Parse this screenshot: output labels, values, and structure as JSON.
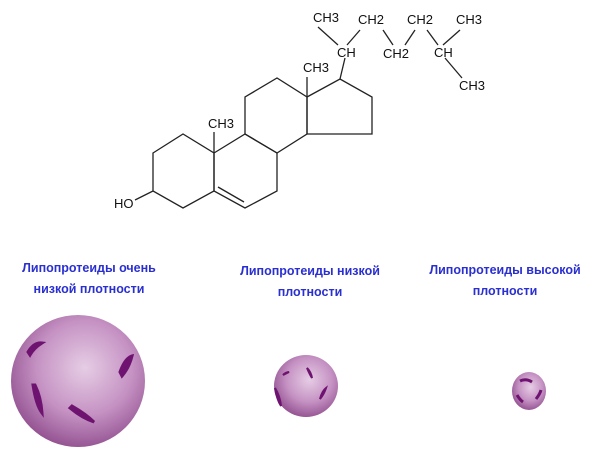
{
  "molecule": {
    "name_labels": {
      "ho": "HO",
      "c10_methyl": "CH3",
      "c13_methyl": "CH3",
      "c20_ch": "CH",
      "c21_methyl": "CH3",
      "c22_ch2": "CH2",
      "c23_ch2": "CH2",
      "c24_ch2": "CH2",
      "c25_ch": "CH",
      "c26_methyl": "CH3",
      "c27_methyl": "CH3"
    }
  },
  "particles": [
    {
      "label_line1": "Липопротеиды очень",
      "label_line2": "низкой плотности",
      "size": "large"
    },
    {
      "label_line1": "Липопротеиды низкой",
      "label_line2": "плотности",
      "size": "medium"
    },
    {
      "label_line1": "Липопротеиды высокой",
      "label_line2": "плотности",
      "size": "small"
    }
  ],
  "colors": {
    "label": "#2a2fd0",
    "particle": "#b57bb3",
    "band": "#6e1470"
  }
}
